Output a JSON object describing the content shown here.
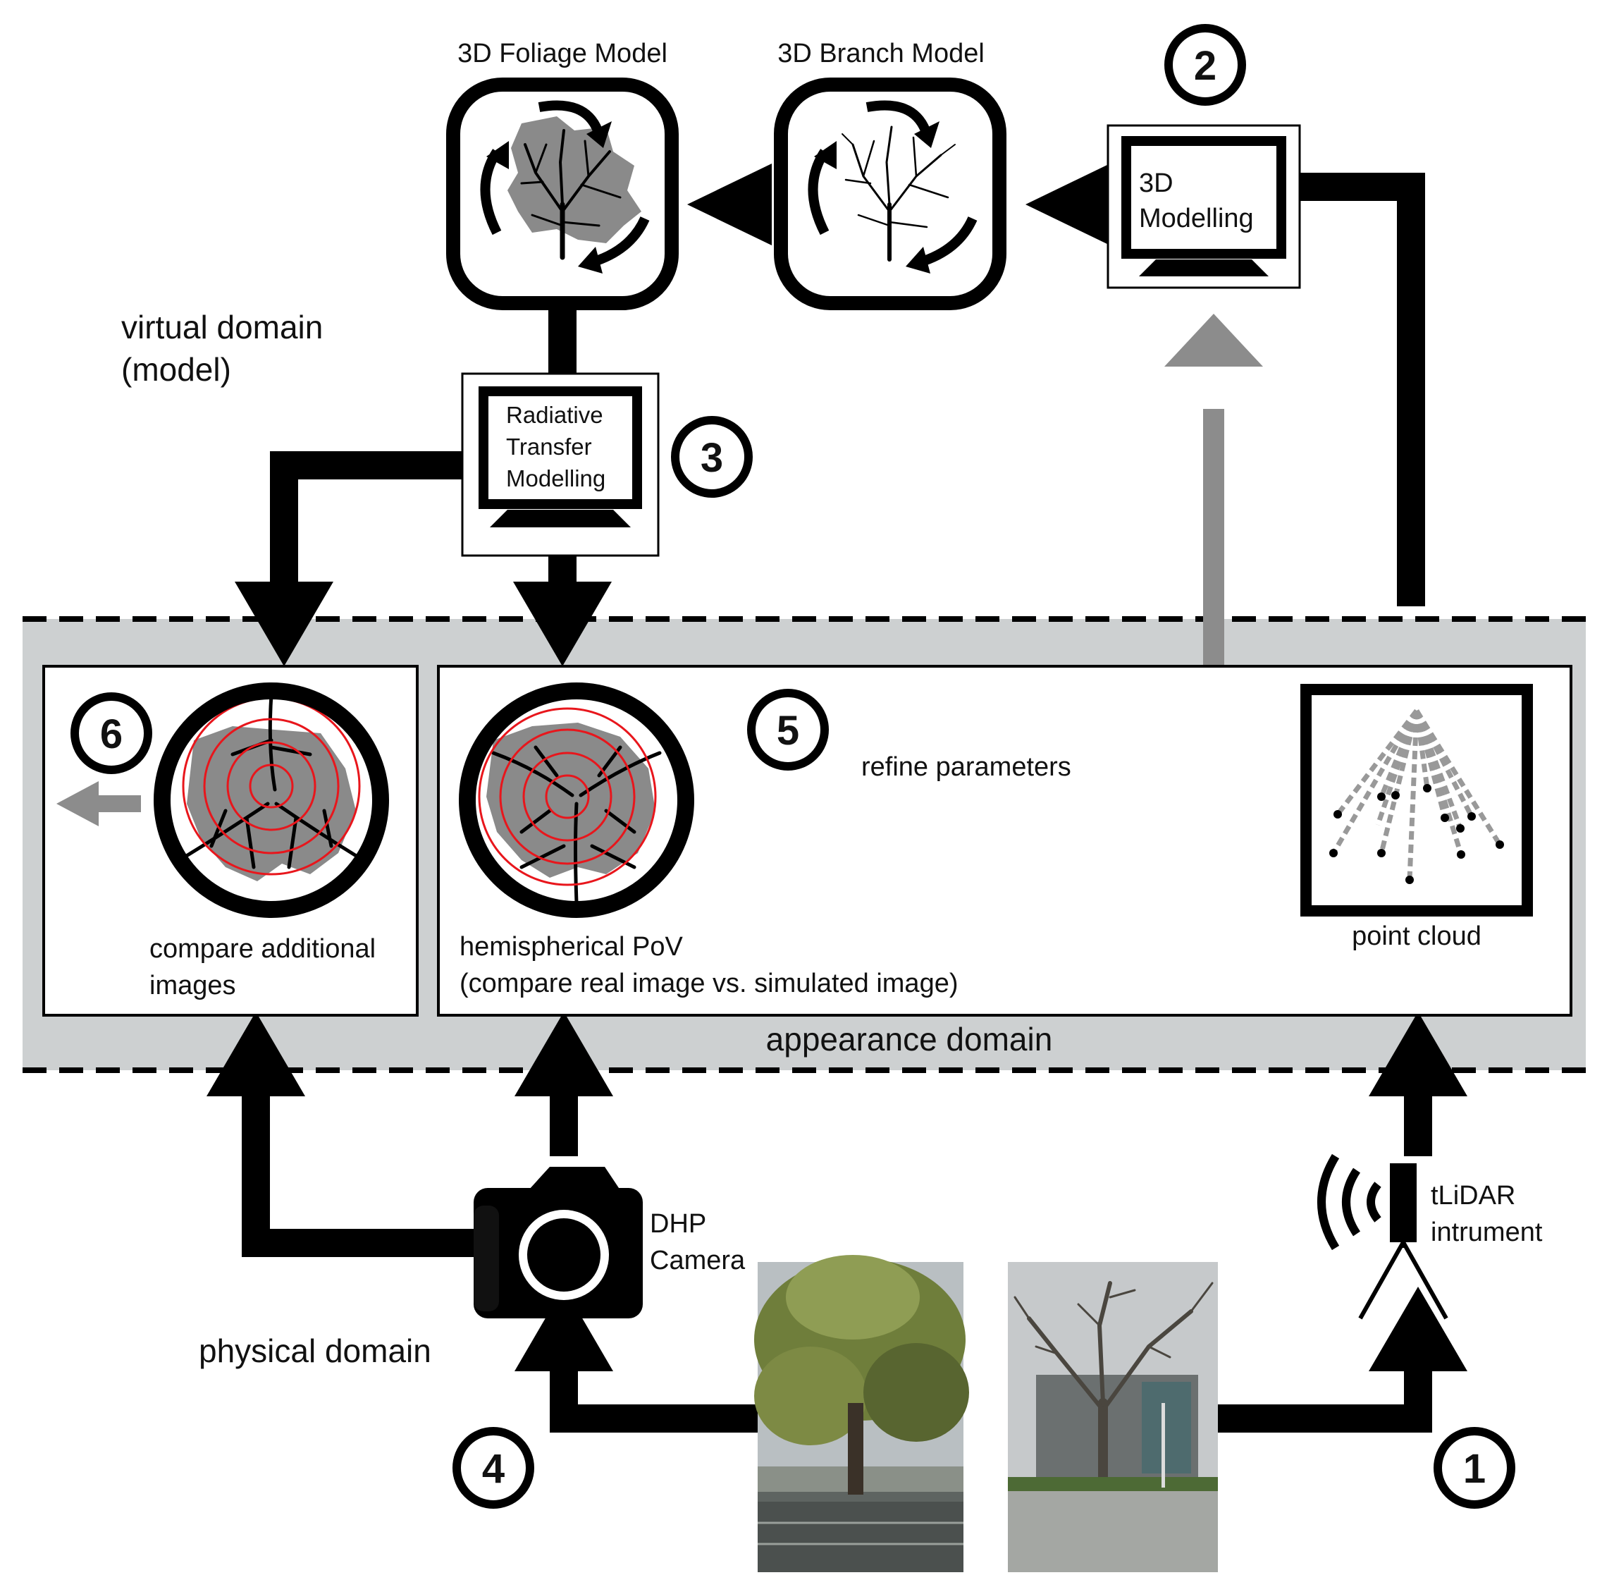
{
  "colors": {
    "arrow_black": "#000000",
    "arrow_grey": "#8c8c8c",
    "appearance_band": "#cdd0d1",
    "foliage_grey": "#8a8a8a",
    "ring_red": "#e8161c",
    "tree_leaf": "#7c8a3f",
    "tree_bare": "#6b675f"
  },
  "domains": {
    "virtual_line1": "virtual domain",
    "virtual_line2": "(model)",
    "appearance": "appearance domain",
    "physical": "physical domain"
  },
  "models": {
    "foliage_title": "3D Foliage Model",
    "branch_title": "3D Branch Model"
  },
  "monitors": {
    "modelling_line1": "3D",
    "modelling_line2": "Modelling",
    "rt_line1": "Radiative",
    "rt_line2": "Transfer",
    "rt_line3": "Modelling"
  },
  "steps": {
    "s1": "1",
    "s2": "2",
    "s3": "3",
    "s4": "4",
    "s5": "5",
    "s6": "6"
  },
  "panels": {
    "compare_line1": "compare additional",
    "compare_line2": "images",
    "hemi_line1": "hemispherical PoV",
    "hemi_line2": "(compare real image vs. simulated image)",
    "refine": "refine parameters",
    "point_cloud": "point cloud"
  },
  "instruments": {
    "camera_line1": "DHP",
    "camera_line2": "Camera",
    "lidar_line1": "tLiDAR",
    "lidar_line2": "intrument"
  },
  "icons": {
    "tree_leafy": "leafy-tree-photo-icon",
    "tree_bare": "bare-tree-photo-icon",
    "camera": "camera-icon",
    "lidar": "lidar-scanner-icon"
  }
}
